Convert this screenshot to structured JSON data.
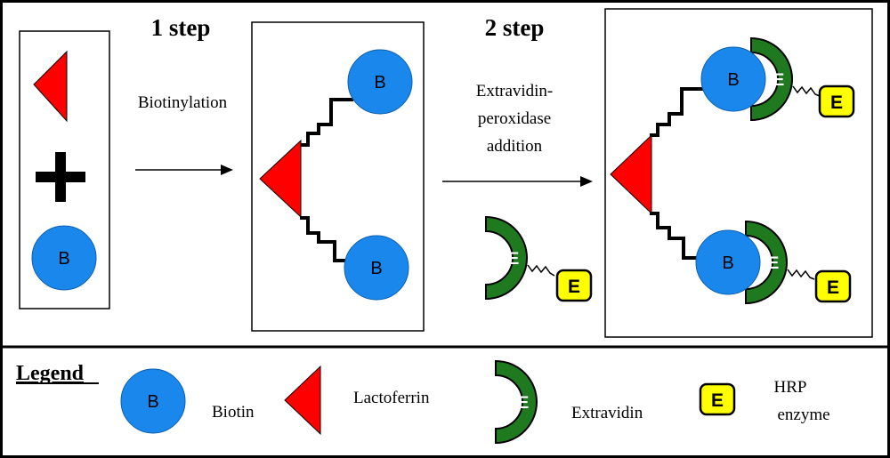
{
  "steps": {
    "step1": "1 step",
    "step2": "2 step"
  },
  "arrows": {
    "biotinylation": "Biotinylation",
    "extravidin_line1": "Extravidin-",
    "extravidin_line2": "peroxidase",
    "extravidin_line3": "addition"
  },
  "labels": {
    "biotin_symbol": "B",
    "enzyme_symbol": "E"
  },
  "legend": {
    "title": "Legend",
    "biotin": "Biotin",
    "lactoferrin": "Lactoferrin",
    "extravidin": "Extravidin",
    "hrp_line1": "HRP",
    "hrp_line2": "enzyme"
  },
  "colors": {
    "biotin": "#1a87ec",
    "lactoferrin": "#ff0000",
    "extravidin": "#1f7a1f",
    "enzyme": "#ffff00",
    "border": "#000000"
  }
}
